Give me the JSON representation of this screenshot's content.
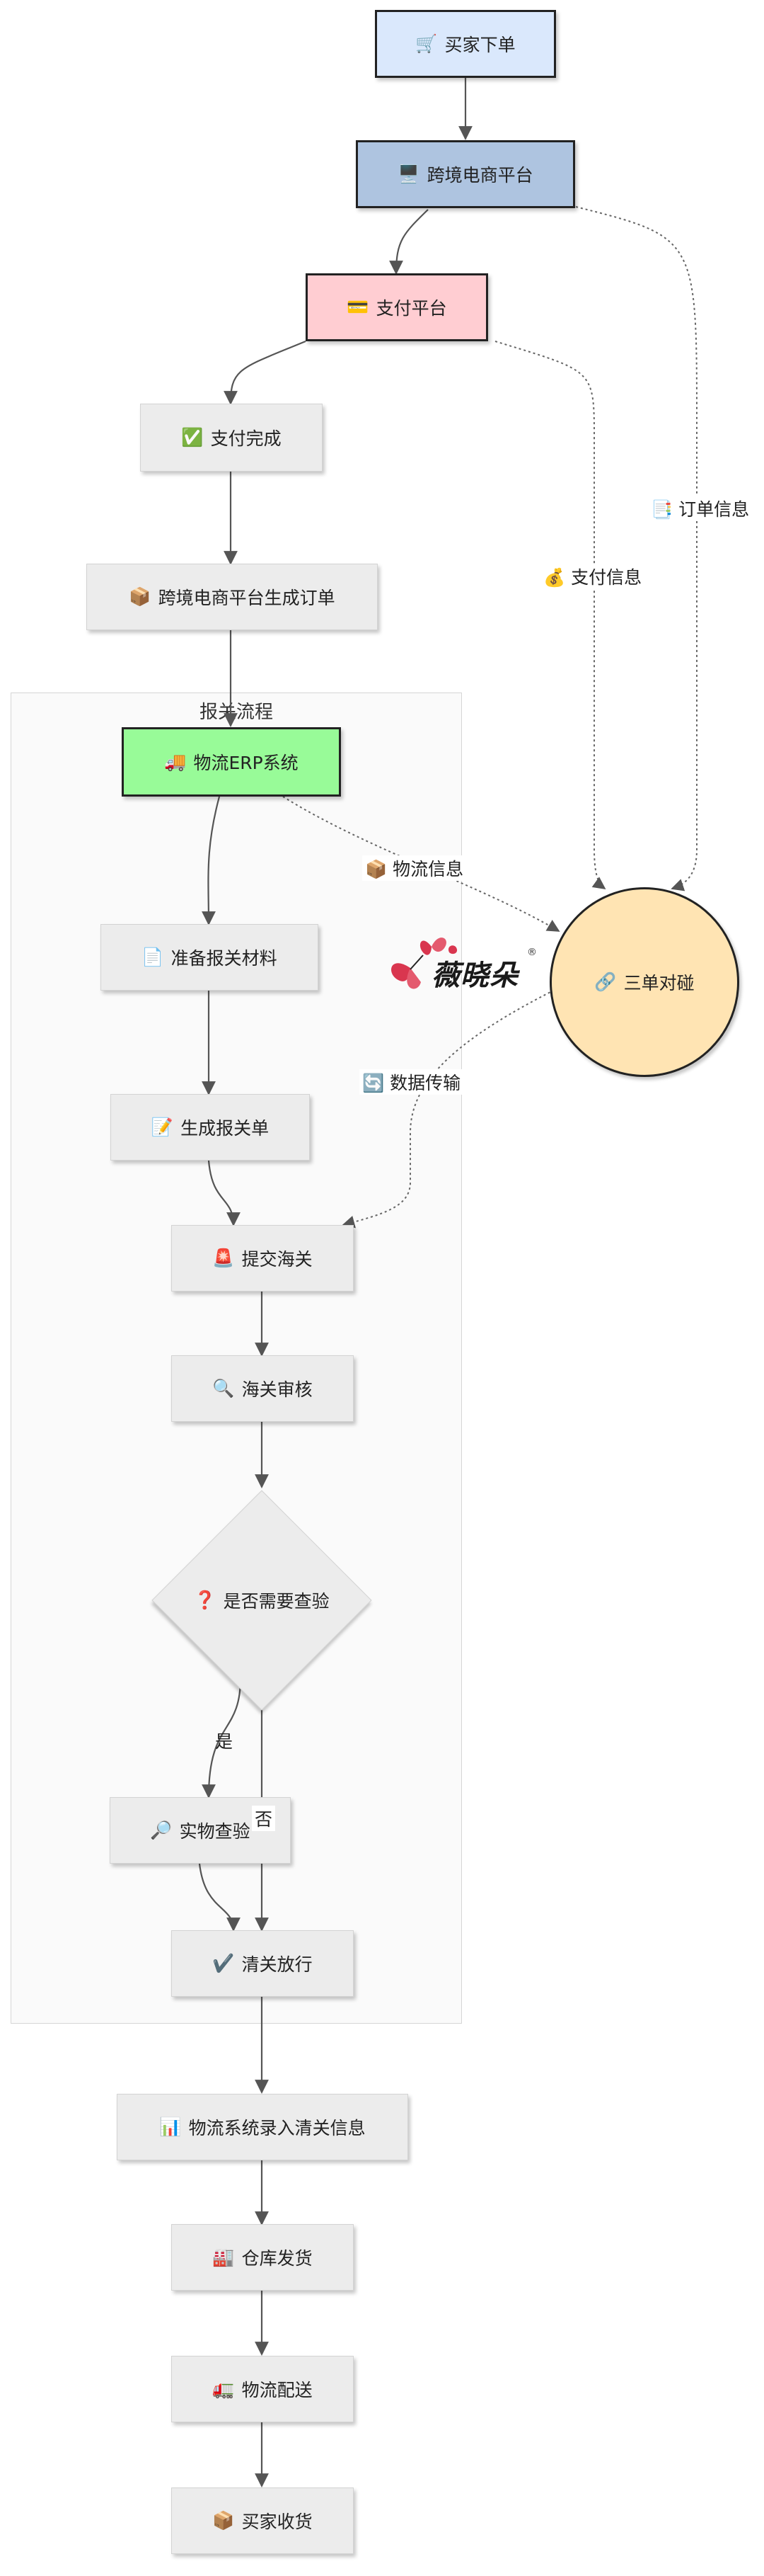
{
  "cluster": {
    "title": "报关流程"
  },
  "nodes": {
    "buyer_order": {
      "icon": "🛒",
      "label": "买家下单"
    },
    "platform": {
      "icon": "🖥️",
      "label": "跨境电商平台"
    },
    "payment_platform": {
      "icon": "💳",
      "label": "支付平台"
    },
    "payment_done": {
      "icon": "✅",
      "label": "支付完成"
    },
    "gen_order": {
      "icon": "📦",
      "label": "跨境电商平台生成订单"
    },
    "erp": {
      "icon": "🚚",
      "label": "物流ERP系统"
    },
    "prepare_docs": {
      "icon": "📄",
      "label": "准备报关材料"
    },
    "gen_declaration": {
      "icon": "📝",
      "label": "生成报关单"
    },
    "submit_customs": {
      "icon": "🚨",
      "label": "提交海关"
    },
    "customs_review": {
      "icon": "🔍",
      "label": "海关审核"
    },
    "need_inspection": {
      "icon": "❓",
      "label": "是否需要查验"
    },
    "inspection": {
      "icon": "🔎",
      "label": "实物查验"
    },
    "clearance": {
      "icon": "✔️",
      "label": "清关放行"
    },
    "record_info": {
      "icon": "📊",
      "label": "物流系统录入清关信息"
    },
    "warehouse": {
      "icon": "🏭",
      "label": "仓库发货"
    },
    "delivery": {
      "icon": "🚛",
      "label": "物流配送"
    },
    "received": {
      "icon": "📦",
      "label": "买家收货"
    },
    "match": {
      "icon": "🔗",
      "label": "三单对碰"
    }
  },
  "edge_labels": {
    "order_info": {
      "icon": "📑",
      "label": "订单信息"
    },
    "payment_info": {
      "icon": "💰",
      "label": "支付信息"
    },
    "logistics_info": {
      "icon": "📦",
      "label": "物流信息"
    },
    "data_transfer": {
      "icon": "🔄",
      "label": "数据传输"
    },
    "yes": "是",
    "no": "否"
  },
  "logo": {
    "text": "薇晓朵",
    "mark": "®"
  }
}
